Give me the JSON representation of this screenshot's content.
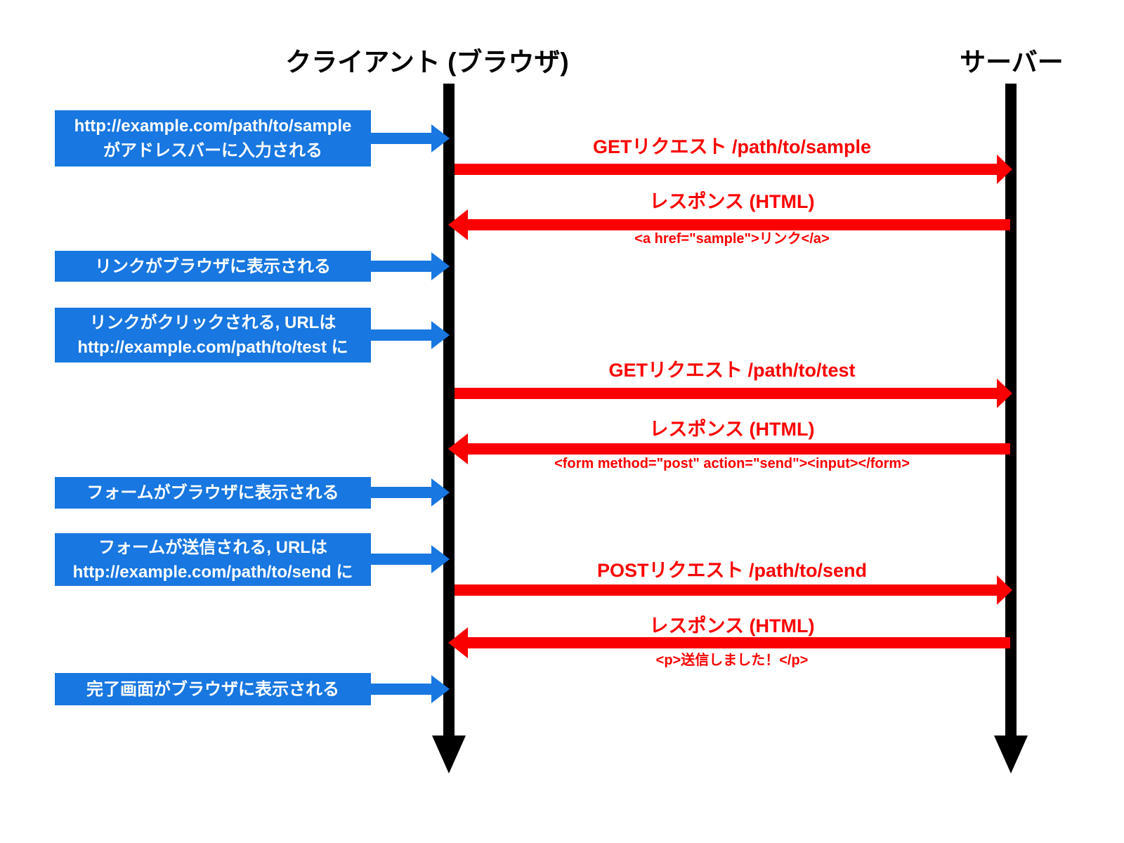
{
  "diagram": {
    "client_title": "クライアント (ブラウザ)",
    "server_title": "サーバー",
    "colors": {
      "event_blue": "#1877E0",
      "message_red": "#FB0000",
      "lifeline_black": "#000000"
    },
    "events": [
      {
        "text": "http://example.com/path/to/sample\nがアドレスバーに入力される"
      },
      {
        "text": "リンクがブラウザに表示される"
      },
      {
        "text": "リンクがクリックされる, URLは\nhttp://example.com/path/to/test に"
      },
      {
        "text": "フォームがブラウザに表示される"
      },
      {
        "text": "フォームが送信される, URLは\nhttp://example.com/path/to/send に"
      },
      {
        "text": "完了画面がブラウザに表示される"
      }
    ],
    "messages": [
      {
        "label": "GETリクエスト /path/to/sample",
        "direction": "right",
        "code": ""
      },
      {
        "label": "レスポンス (HTML)",
        "direction": "left",
        "code": "<a href=\"sample\">リンク</a>"
      },
      {
        "label": "GETリクエスト /path/to/test",
        "direction": "right",
        "code": ""
      },
      {
        "label": "レスポンス (HTML)",
        "direction": "left",
        "code": "<form method=\"post\" action=\"send\"><input></form>"
      },
      {
        "label": "POSTリクエスト /path/to/send",
        "direction": "right",
        "code": ""
      },
      {
        "label": "レスポンス (HTML)",
        "direction": "left",
        "code": "<p>送信しました！</p>"
      }
    ]
  }
}
